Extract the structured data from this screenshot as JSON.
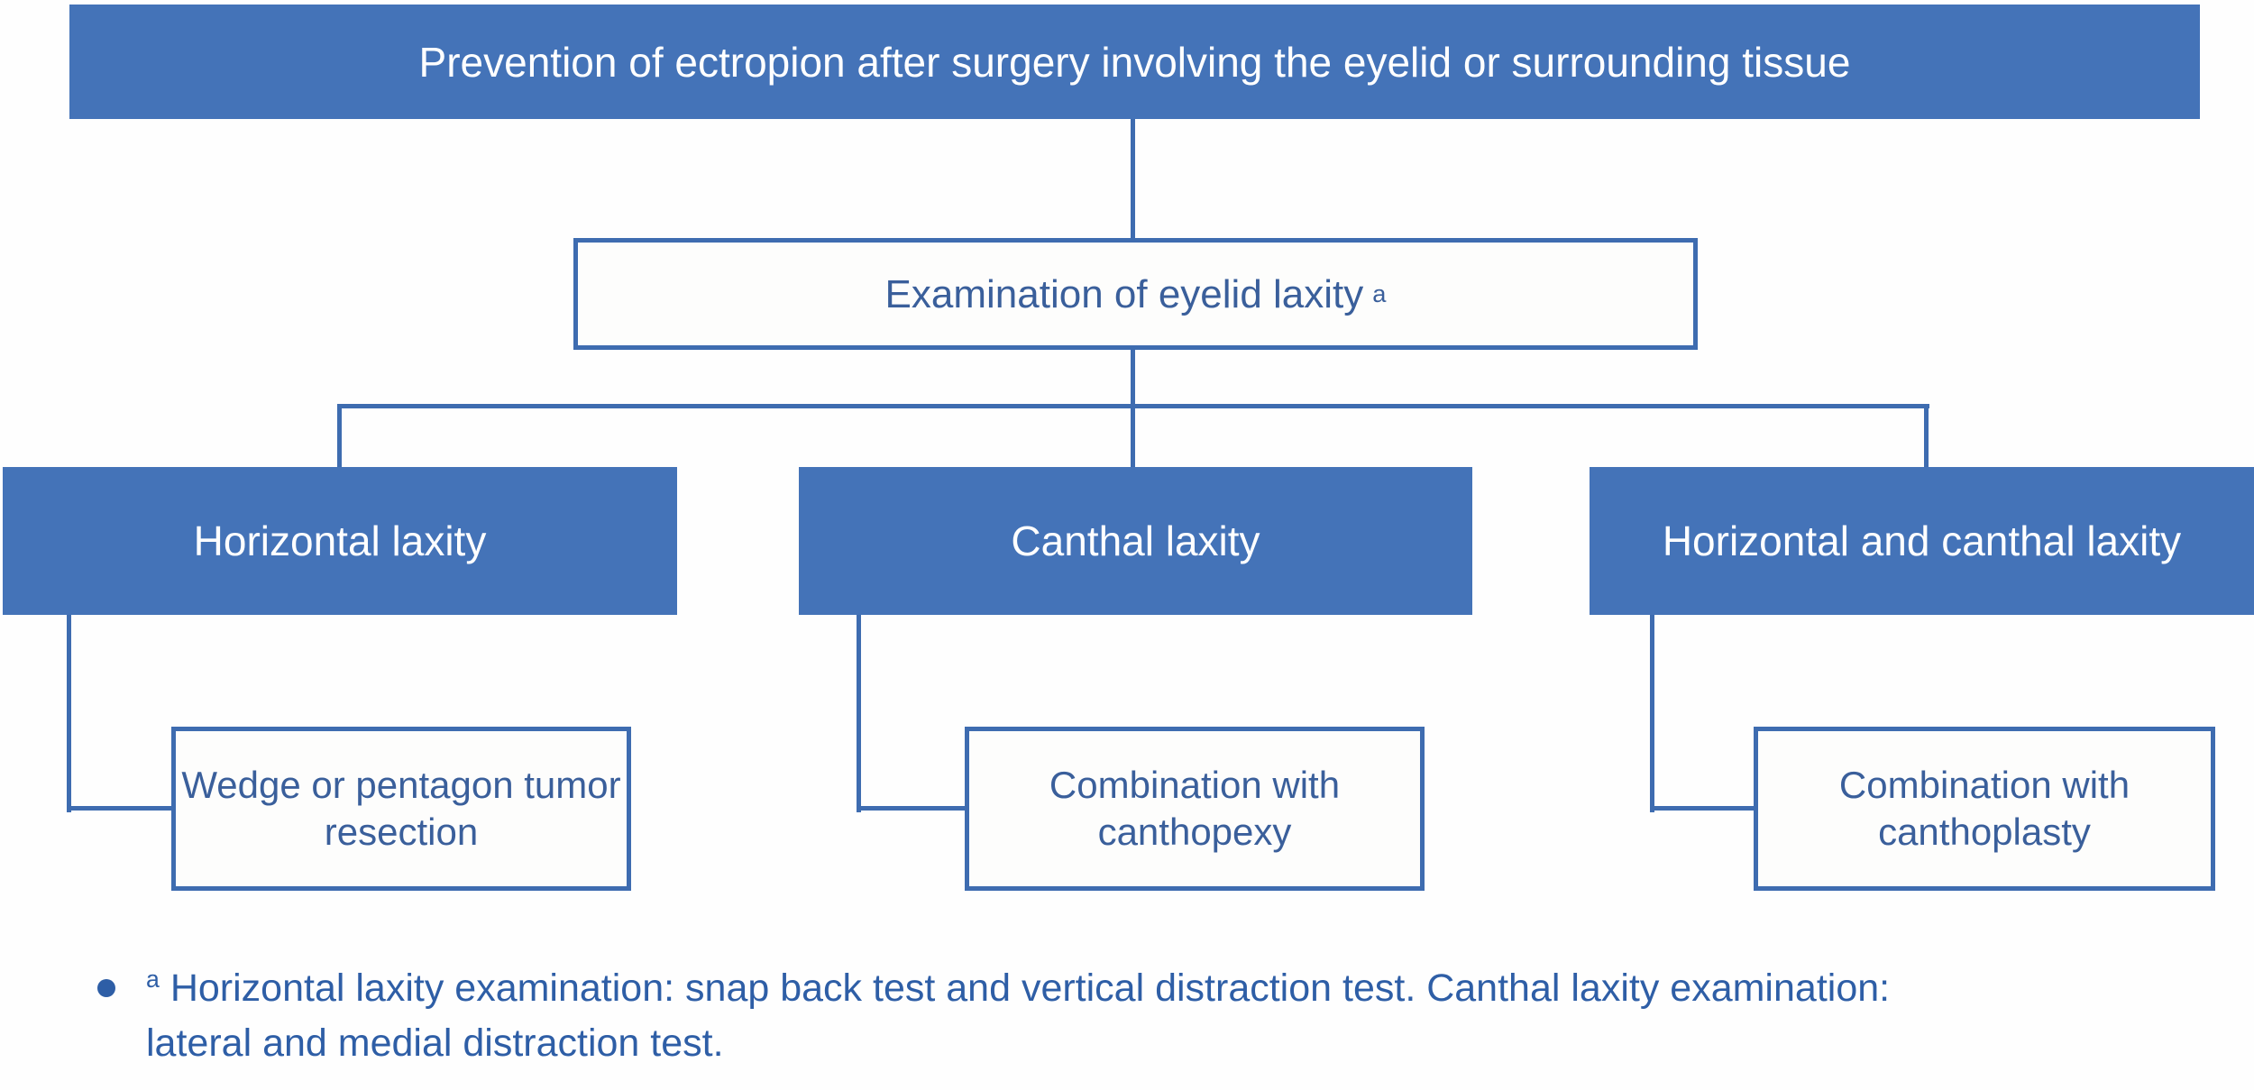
{
  "colors": {
    "box_fill": "#4473B8",
    "line": "#3E6CB0",
    "text_blue": "#3A5F9B",
    "footnote_blue": "#2E5EA6"
  },
  "root": {
    "label": "Prevention of ectropion after surgery involving the eyelid or surrounding tissue"
  },
  "exam": {
    "label": "Examination of eyelid laxity",
    "sup": "a"
  },
  "branches": [
    {
      "label": "Horizontal laxity",
      "child": "Wedge or pentagon tumor resection"
    },
    {
      "label": "Canthal laxity",
      "child": "Combination with canthopexy"
    },
    {
      "label": "Horizontal and canthal laxity",
      "child": "Combination with canthoplasty"
    }
  ],
  "footnote": {
    "sup": "a",
    "line1": "Horizontal laxity examination: snap back test and vertical distraction test. Canthal laxity examination:",
    "line2": "lateral and medial distraction test."
  }
}
